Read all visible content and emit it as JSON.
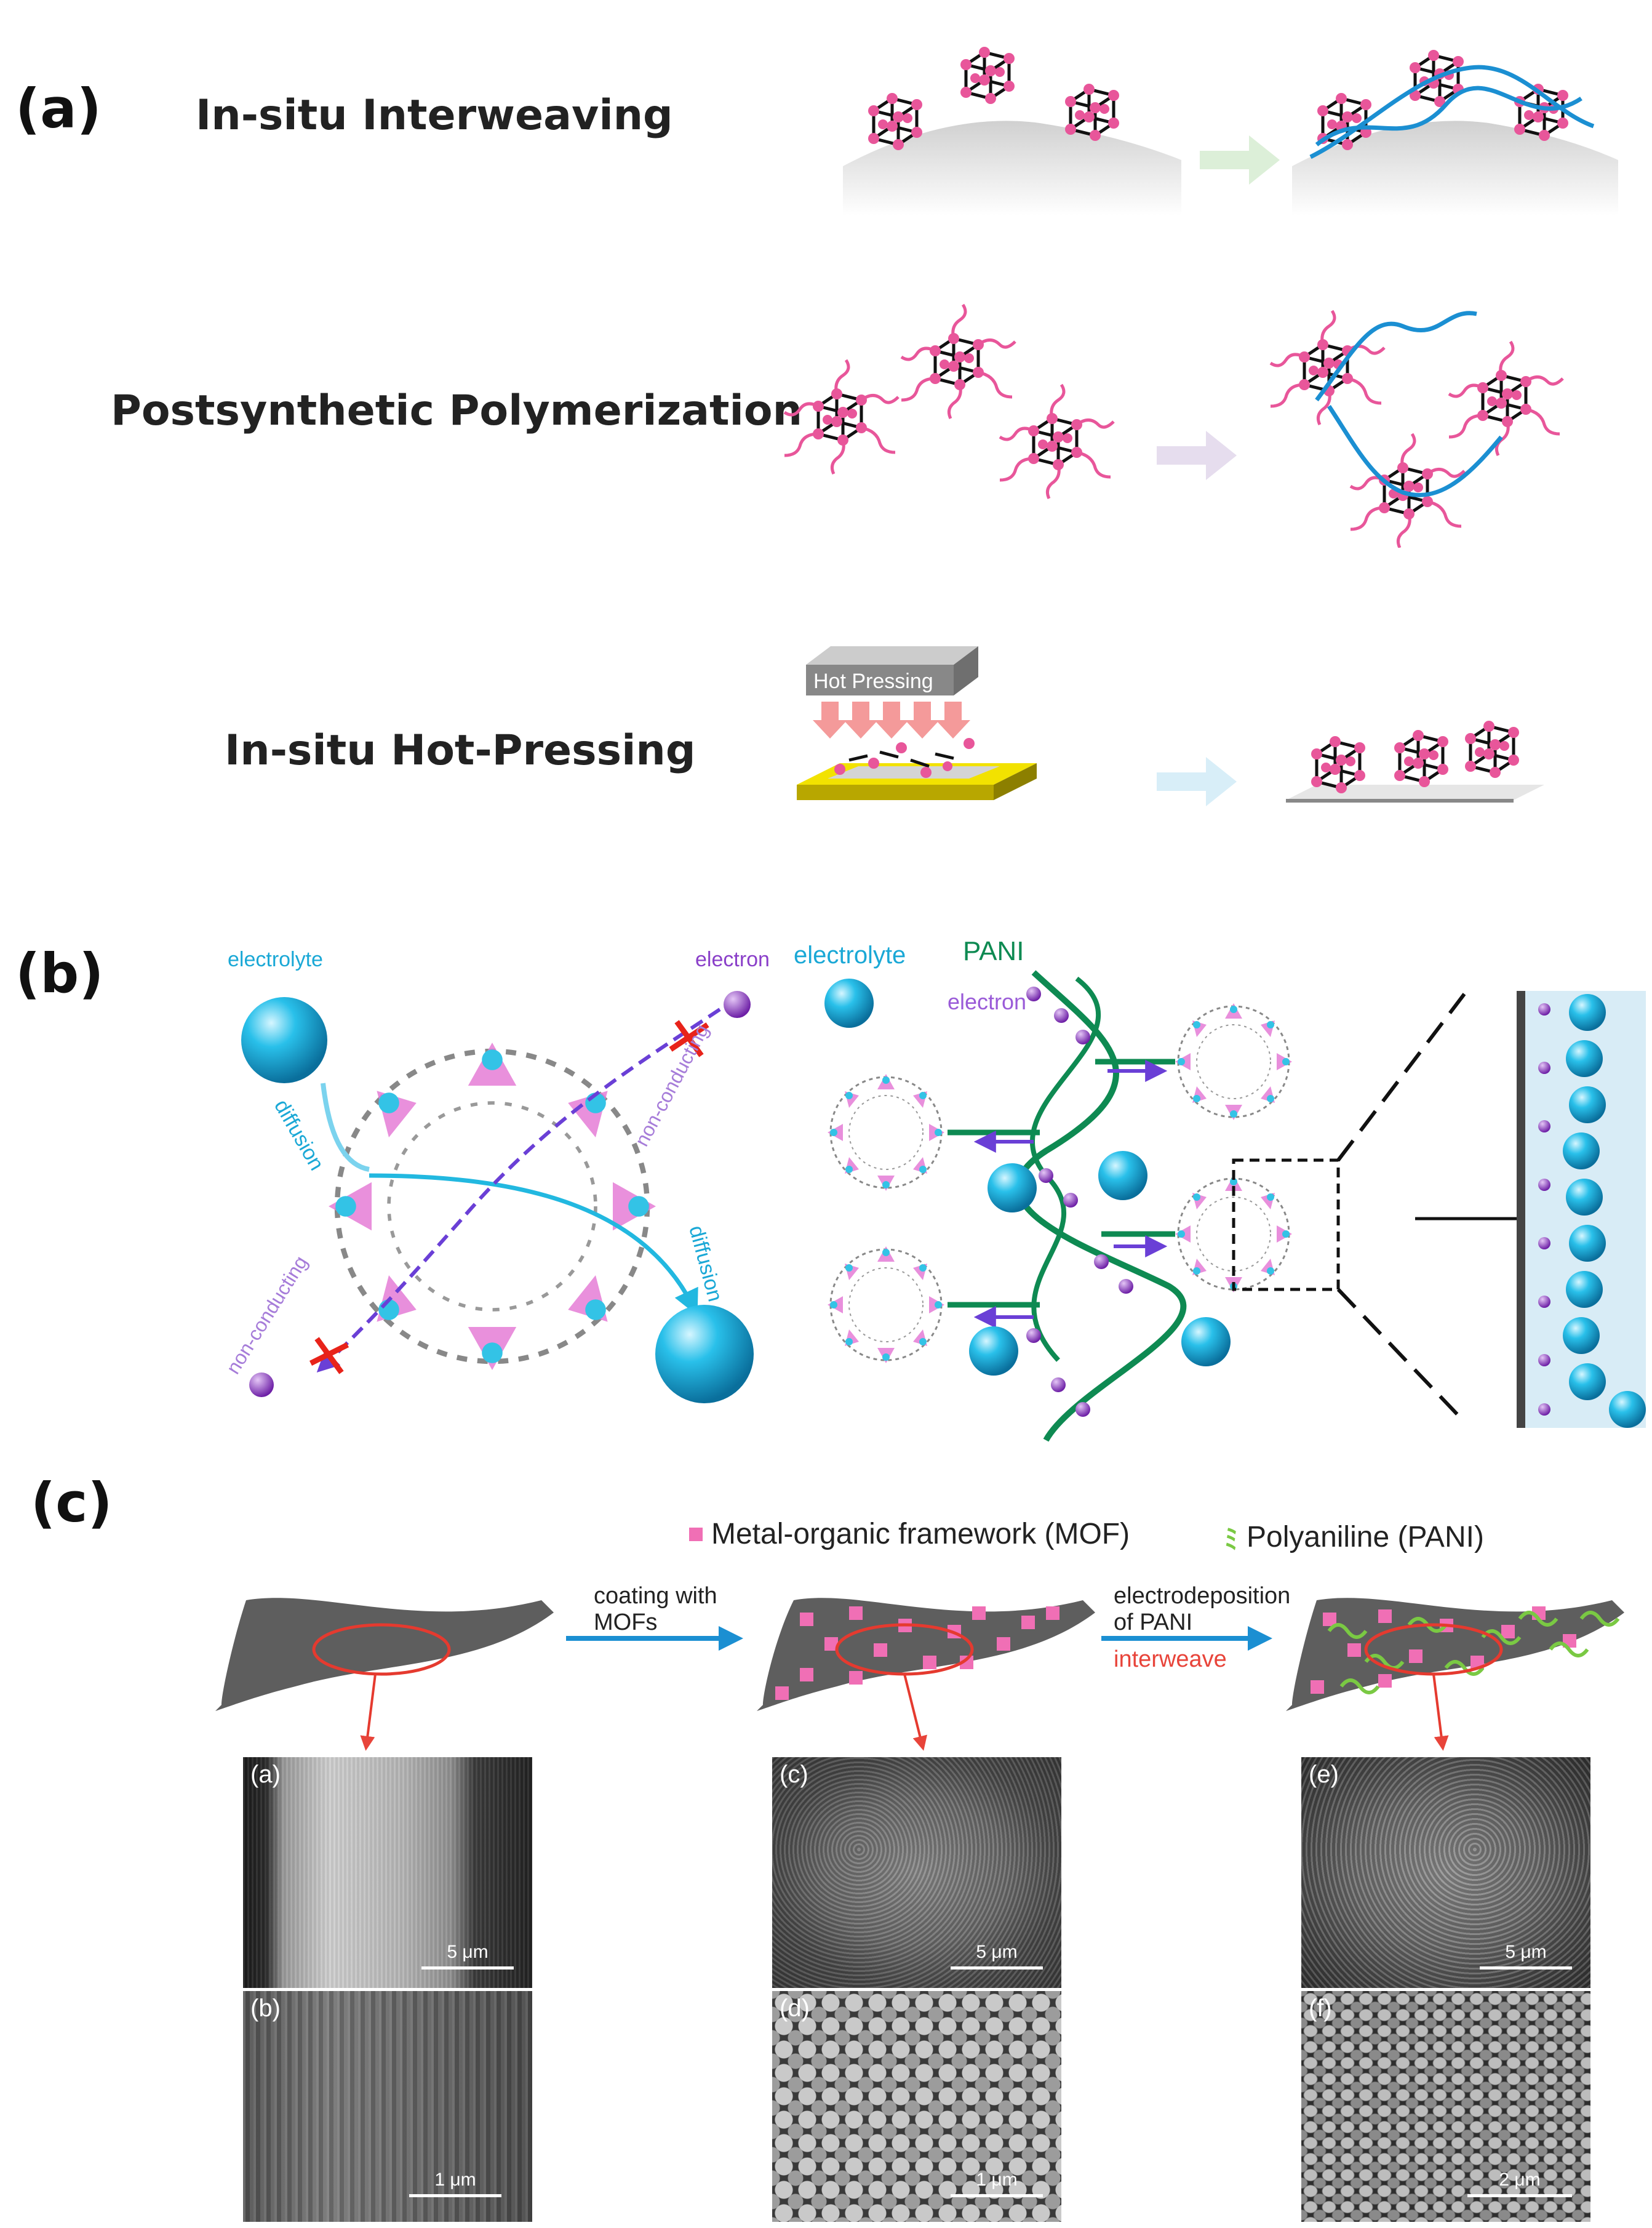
{
  "panels": {
    "a": {
      "label": "(a)",
      "methods": [
        {
          "label": "In-situ Interweaving"
        },
        {
          "label": "Postsynthetic Polymerization"
        },
        {
          "label": "In-situ Hot-Pressing"
        }
      ],
      "press_label": "Hot Pressing"
    },
    "b": {
      "label": "(b)",
      "left": {
        "electrolyte": "electrolyte",
        "electron": "electron",
        "diffusion": "diffusion",
        "non_conducting": "non-conducting"
      },
      "right": {
        "electrolyte": "electrolyte",
        "pani": "PANI",
        "electron": "electron"
      }
    },
    "c": {
      "label": "(c)",
      "legend": {
        "mof": "Metal-organic framework (MOF)",
        "pani": "Polyaniline (PANI)"
      },
      "steps": {
        "coating_line1": "coating with",
        "coating_line2": "MOFs",
        "electro_line1": "electrodeposition",
        "electro_line2": "of PANI",
        "interweave": "interweave"
      },
      "sem": [
        {
          "label": "(a)",
          "scale": "5 μm"
        },
        {
          "label": "(b)",
          "scale": "1 μm"
        },
        {
          "label": "(c)",
          "scale": "5 μm"
        },
        {
          "label": "(d)",
          "scale": "1 μm"
        },
        {
          "label": "(e)",
          "scale": "5 μm"
        },
        {
          "label": "(f)",
          "scale": "2 μm"
        }
      ]
    }
  },
  "colors": {
    "mof_node": "#e8569a",
    "polymer": "#1b8fd2",
    "pani_green": "#0e8a52",
    "electrolyte": "#22b8e0",
    "electron": "#9b3fcf",
    "pink_legend": "#f06fb5",
    "green_legend": "#7ac943"
  }
}
